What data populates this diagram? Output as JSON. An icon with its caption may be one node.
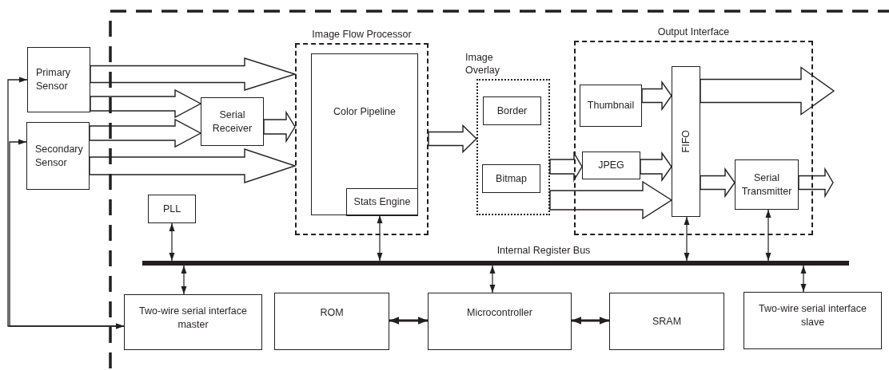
{
  "diagram": {
    "nodes": [
      {
        "text": [
          "Primary Sensor"
        ]
      },
      {
        "text": [
          "Secondary Sensor"
        ]
      },
      {
        "text": [
          "Serial Receiver"
        ]
      },
      {
        "text": [
          "Image Flow Processor"
        ]
      },
      {
        "text": [
          "Color Pipeline"
        ],
        "in": 3
      },
      {
        "text": [
          "Stats Engine"
        ],
        "in": 4
      },
      {
        "text": [
          "Image Overlay"
        ]
      },
      {
        "text": [
          "Border"
        ],
        "in": 6
      },
      {
        "text": [
          "Bitmap"
        ],
        "in": 6
      },
      {
        "text": [
          "Output Interface"
        ]
      },
      {
        "text": [
          "Thumbnail"
        ],
        "in": 9
      },
      {
        "text": [
          "JPEG"
        ],
        "in": 9
      },
      {
        "text": [
          "FIFO"
        ],
        "in": 9
      },
      {
        "text": [
          "Serial Transmitter"
        ],
        "in": 9
      },
      {
        "text": [
          "PLL"
        ]
      },
      {
        "text": [],
        "shape": "bar",
        "beside": [
          "Internal Register Bus"
        ]
      },
      {
        "text": [
          "Two-wire serial interface master"
        ]
      },
      {
        "text": [
          "ROM"
        ]
      },
      {
        "text": [
          "Microcontroller"
        ]
      },
      {
        "text": [
          "SRAM"
        ]
      },
      {
        "text": [
          "Two-wire serial interface slave"
        ]
      }
    ],
    "edges": [
      {
        "from": 0,
        "to": 3,
        "arrow": "to",
        "style": "thick"
      },
      {
        "from": 0,
        "to": 2,
        "arrow": "to",
        "style": "thick"
      },
      {
        "from": 1,
        "to": 2,
        "arrow": "to",
        "style": "thick"
      },
      {
        "from": 2,
        "to": 3,
        "arrow": "to",
        "style": "thick"
      },
      {
        "from": 1,
        "to": 3,
        "arrow": "to",
        "style": "thick"
      },
      {
        "from": 3,
        "to": 6,
        "arrow": "to",
        "style": "thick"
      },
      {
        "from": 6,
        "to": 11,
        "arrow": "to",
        "style": "thick"
      },
      {
        "from": 6,
        "to": 12,
        "arrow": "to",
        "style": "thick"
      },
      {
        "from": 10,
        "to": 12,
        "arrow": "to",
        "style": "thick"
      },
      {
        "from": 11,
        "to": 12,
        "arrow": "to",
        "style": "thick"
      },
      {
        "from": 12,
        "to": null,
        "arrow": "to",
        "style": "thick"
      },
      {
        "from": 12,
        "to": 13,
        "arrow": "to",
        "style": "thick"
      },
      {
        "from": 13,
        "to": null,
        "arrow": "to",
        "style": "thick"
      },
      {
        "from": 14,
        "to": 15,
        "arrow": "both"
      },
      {
        "from": 5,
        "to": 15,
        "arrow": "both"
      },
      {
        "from": 12,
        "to": 15,
        "arrow": "both"
      },
      {
        "from": 13,
        "to": 15,
        "arrow": "both"
      },
      {
        "from": 15,
        "to": 16,
        "arrow": "both"
      },
      {
        "from": 15,
        "to": 18,
        "arrow": "both"
      },
      {
        "from": 15,
        "to": 20,
        "arrow": "both"
      },
      {
        "from": 17,
        "to": 18,
        "arrow": "both",
        "style": "thick"
      },
      {
        "from": 18,
        "to": 19,
        "arrow": "both",
        "style": "thick"
      },
      {
        "from": 16,
        "to": 0,
        "arrow": "both"
      },
      {
        "from": 16,
        "to": 1,
        "arrow": "both"
      }
    ]
  }
}
